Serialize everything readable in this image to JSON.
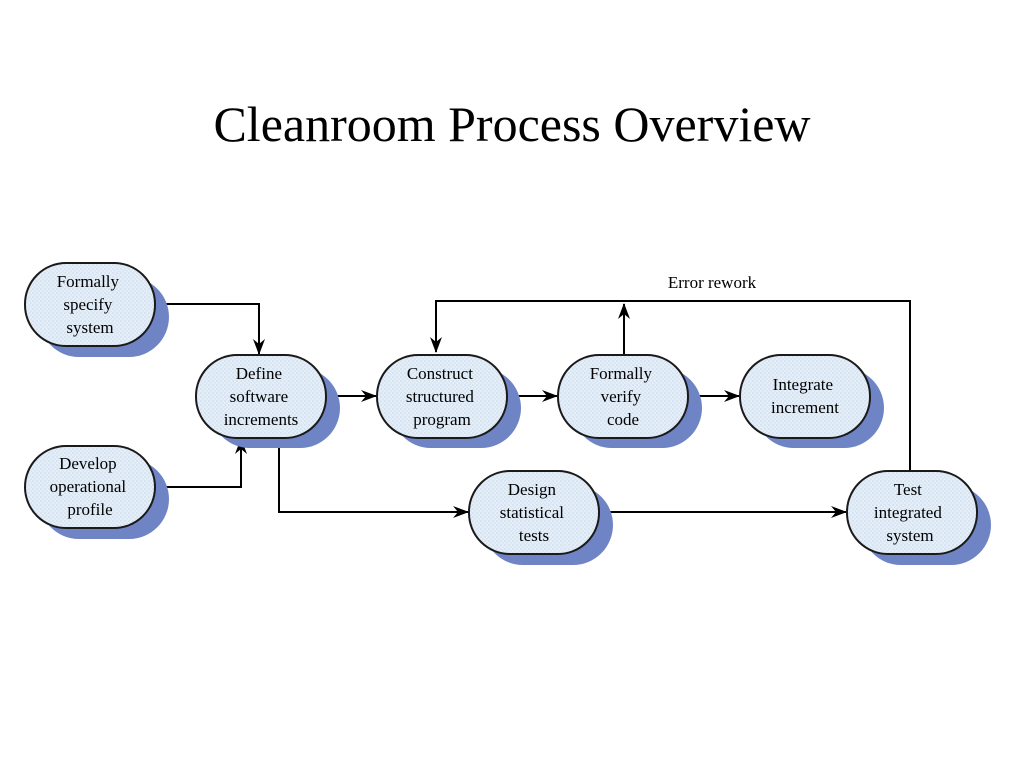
{
  "title": "Cleanroom Process Overview",
  "colors": {
    "node_fill": "#dbe8f4",
    "node_border": "#1a1a1a",
    "node_shadow": "#6f84c4",
    "edge": "#000000"
  },
  "nodes": {
    "formally_specify": {
      "lines": [
        "Formally",
        "specify",
        "system"
      ]
    },
    "develop_profile": {
      "lines": [
        "Develop",
        "operational",
        "profile"
      ]
    },
    "define_increments": {
      "lines": [
        "Define",
        "software",
        "increments"
      ]
    },
    "construct_program": {
      "lines": [
        "Construct",
        "structured",
        "program"
      ]
    },
    "formally_verify": {
      "lines": [
        "Formally",
        "verify",
        "code"
      ]
    },
    "integrate_increment": {
      "lines": [
        "Integrate",
        "increment"
      ]
    },
    "design_tests": {
      "lines": [
        "Design",
        "statistical",
        "tests"
      ]
    },
    "test_system": {
      "lines": [
        "Test",
        "integrated",
        "system"
      ]
    }
  },
  "edges": {
    "error_rework_label": "Error rework"
  }
}
